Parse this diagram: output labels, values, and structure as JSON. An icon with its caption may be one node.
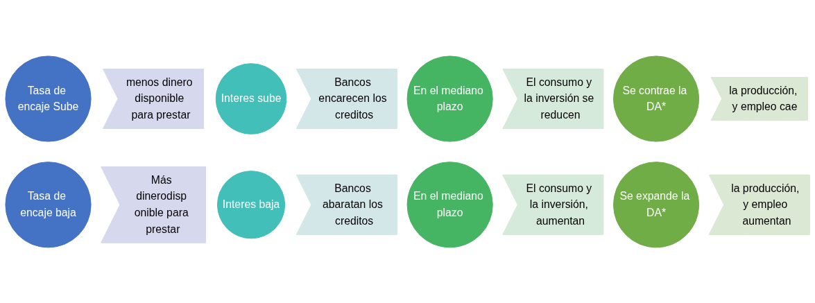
{
  "diagram": {
    "nodes": [
      {
        "text": [
          "Tasa de encaje Sube"
        ]
      },
      {
        "text": [
          "menos dinero disponible para prestar"
        ]
      },
      {
        "text": [
          "Interes sube"
        ]
      },
      {
        "text": [
          "Bancos encarecen los creditos"
        ]
      },
      {
        "text": [
          "En el mediano plazo"
        ]
      },
      {
        "text": [
          "El consumo y la inversión se reducen"
        ]
      },
      {
        "text": [
          "Se contrae la DA*"
        ]
      },
      {
        "text": [
          "la producción, y empleo cae"
        ]
      },
      {
        "text": [
          "Tasa de encaje baja"
        ]
      },
      {
        "text": [
          "Más dinerodisp onible para prestar"
        ]
      },
      {
        "text": [
          "Interes baja"
        ]
      },
      {
        "text": [
          "Bancos abaratan los creditos"
        ]
      },
      {
        "text": [
          "En el mediano plazo"
        ]
      },
      {
        "text": [
          "El consumo y la inversión, aumentan"
        ]
      },
      {
        "text": [
          "Se expande la DA*"
        ]
      },
      {
        "text": [
          "la producción, y empleo aumentan"
        ]
      }
    ]
  }
}
